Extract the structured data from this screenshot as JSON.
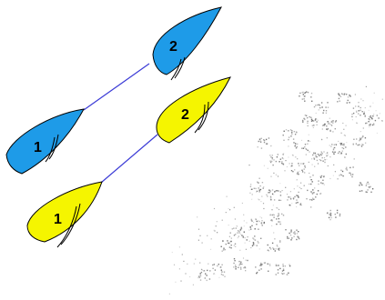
{
  "colors": {
    "blue_boat": "#1e9be8",
    "yellow_boat": "#f5f500",
    "line": "#3b3bd6",
    "hull_outline": "#000000",
    "noise": "#9a9a9a"
  },
  "boats": {
    "blue": {
      "stern_label": "1",
      "bow_label": "2"
    },
    "yellow": {
      "stern_label": "1",
      "bow_label": "2"
    }
  }
}
